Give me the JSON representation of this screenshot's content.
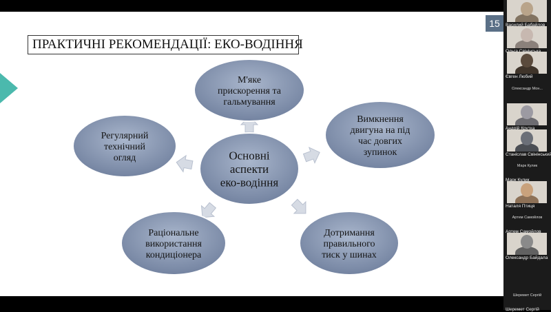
{
  "slide": {
    "title": "ПРАКТИЧНІ РЕКОМЕНДАЦІЇ: ЕКО-ВОДІННЯ",
    "page_number": "15",
    "center": [
      "Основні",
      "аспекти",
      "еко-водіння"
    ],
    "nodes": [
      {
        "id": "soft-accel",
        "lines": [
          "М'яке",
          "прискорення та",
          "гальмування"
        ]
      },
      {
        "id": "engine-off",
        "lines": [
          "Вимкнення",
          "двигуна на під",
          "час довгих",
          "зупинок"
        ]
      },
      {
        "id": "tire-pressure",
        "lines": [
          "Дотримання",
          "правильного",
          "тиск у шинах"
        ]
      },
      {
        "id": "air-conditioning",
        "lines": [
          "Раціональне",
          "використання",
          "кондиціонера"
        ]
      },
      {
        "id": "maintenance",
        "lines": [
          "Регулярний",
          "технічний",
          "огляд"
        ]
      }
    ],
    "colors": {
      "node_fill": "#7a8aa8",
      "arrow_fill": "#d6dbe4",
      "accent": "#4bb9ad"
    }
  },
  "participants": [
    {
      "name": "Василий Бабайлов",
      "video": true,
      "tone": "#b9a48a"
    },
    {
      "name": "Ольга Свінінська",
      "video": true,
      "tone": "#c7b8b0"
    },
    {
      "name": "Євген Любий",
      "video": true,
      "tone": "#5a4a3c"
    },
    {
      "name": "Олександр Мон...",
      "video": false
    },
    {
      "name": "Андрій Крутка",
      "video": true,
      "tone": "#9c9aa2"
    },
    {
      "name": "Станіслав Свінінський",
      "video": true,
      "tone": "#6b6f78"
    },
    {
      "name": "Марк Кулик",
      "video": false,
      "label": "Марк Кулик"
    },
    {
      "name": "Наталя Птиця",
      "video": true,
      "tone": "#c9a27c"
    },
    {
      "name": "Артем Самойлов",
      "video": false,
      "label": "Артем Самойлов"
    },
    {
      "name": "Олександр Байдала",
      "video": true,
      "tone": "#8a8a8a"
    },
    {
      "name": "Шеремет Сергій",
      "video": false,
      "label": "Шеремет Сергій"
    }
  ]
}
